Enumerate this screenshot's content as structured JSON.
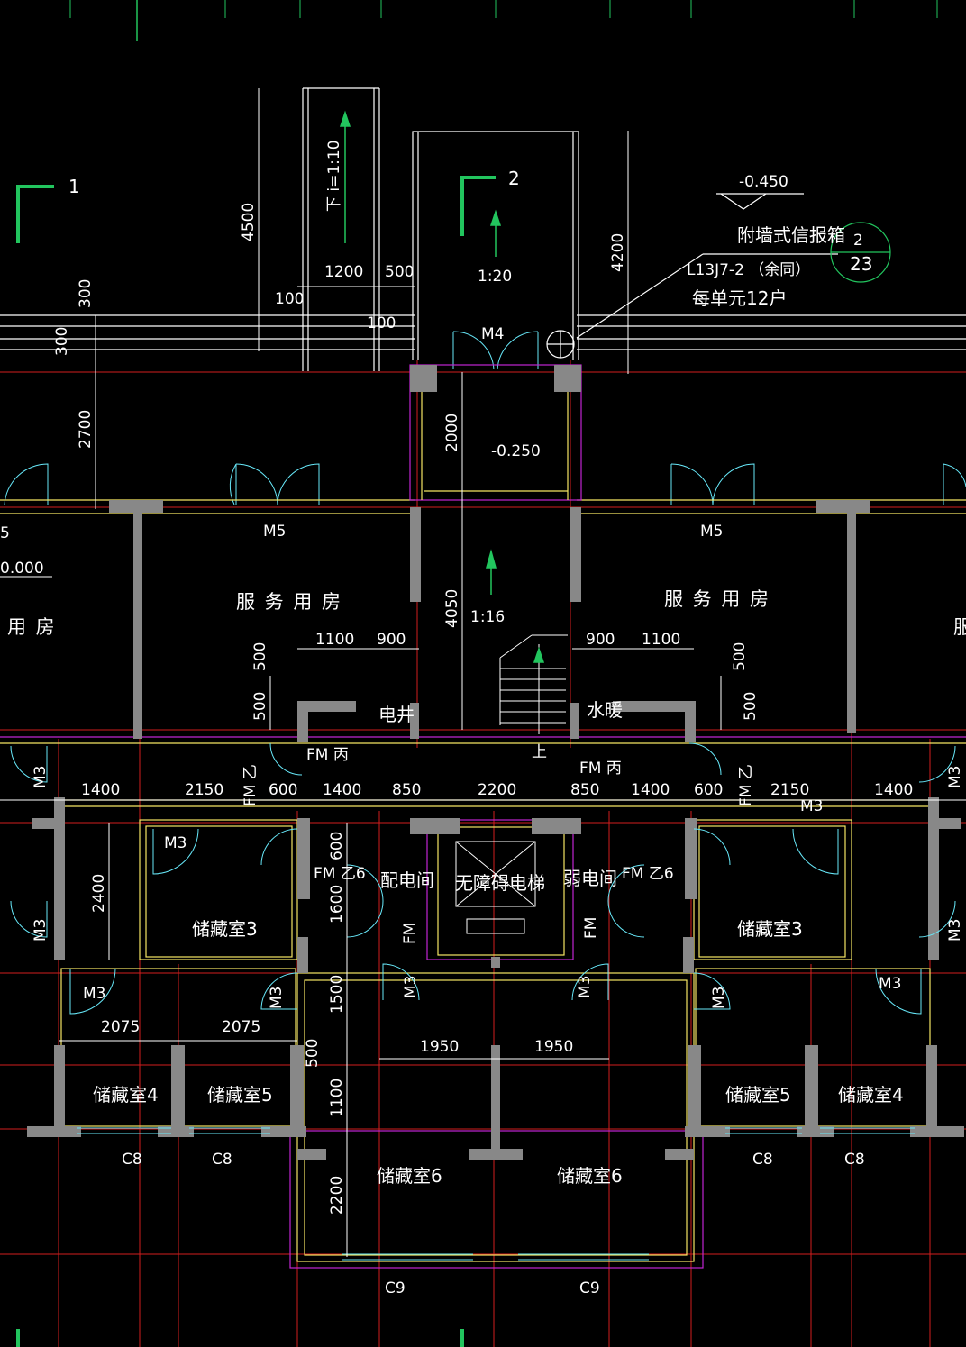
{
  "section_marks": {
    "left": "1",
    "center": "2"
  },
  "entrance": {
    "ramp_slope": "下 i=1:10",
    "step_slope": "1:20",
    "level_outside": "-0.450",
    "note_line1": "附墙式信报箱",
    "note_line2": "L13J7-2 （余同）",
    "note_line3": "每单元12户",
    "detail_top": "2",
    "detail_bottom": "23",
    "door": "M4"
  },
  "stair": {
    "level_landing": "-0.250",
    "slope": "1:16",
    "up_label": "上"
  },
  "rooms": {
    "service_left": "服 务 用 房",
    "service_right": "服 务 用 房",
    "service_far_left": "用 房",
    "service_far_right": "服",
    "elec_shaft": "电井",
    "heat_shaft": "水暖",
    "power_room": "配电间",
    "weak_room": "弱电间",
    "elevator": "无障碍电梯",
    "storage_3": "储藏室3",
    "storage_4": "储藏室4",
    "storage_5": "储藏室5",
    "storage_6": "储藏室6"
  },
  "doors": {
    "m3": "M3",
    "m5": "M5",
    "fm_bing": "FM 丙",
    "fm_yi": "FM 乙",
    "fm_yi6": "FM 乙6",
    "fm_vert": "FM",
    "c8": "C8",
    "c9": "C9"
  },
  "left_edge": {
    "level": "0.000",
    "label": "5"
  },
  "dimensions": {
    "d4500": "4500",
    "d4200": "4200",
    "d1200": "1200",
    "d500": "500",
    "d100": "100",
    "d300": "300",
    "d2700": "2700",
    "d2000": "2000",
    "d4050": "4050",
    "d1100": "1100",
    "d900": "900",
    "d1400": "1400",
    "d2150": "2150",
    "d600": "600",
    "d850": "850",
    "d2200": "2200",
    "d2400": "2400",
    "d1600": "1600",
    "d1500": "1500",
    "d2075": "2075",
    "d1950": "1950"
  }
}
